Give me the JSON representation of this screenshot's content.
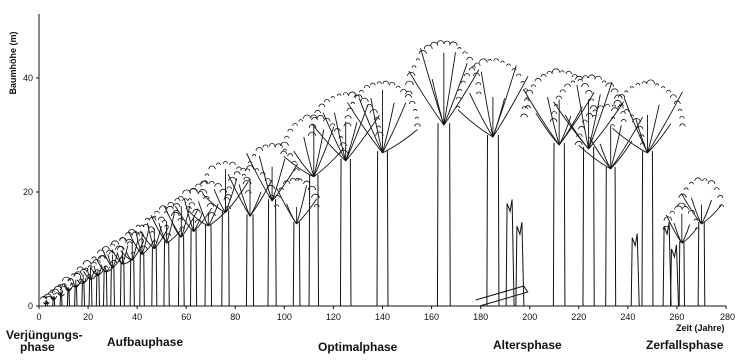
{
  "figure": {
    "y_axis_label": "Baumhöhe (m)",
    "x_axis_label": "Zeit (Jahre)",
    "y_ticks": [
      "0",
      "20",
      "40"
    ],
    "x_ticks": [
      "0",
      "20",
      "40",
      "60",
      "80",
      "100",
      "120",
      "140",
      "160",
      "180",
      "200",
      "220",
      "240",
      "260",
      "280"
    ],
    "phases": {
      "verjuengung": "Verjüngungs-",
      "verjuengung_line2": "phase",
      "aufbau": "Aufbauphase",
      "optimal": "Optimalphase",
      "alters": "Altersphase",
      "zerfall": "Zerfallsphase"
    },
    "colors": {
      "ink": "#111111",
      "background": "#ffffff"
    }
  },
  "chart_data": {
    "type": "diagram",
    "xlabel": "Zeit (Jahre)",
    "ylabel": "Baumhöhe (m)",
    "xlim": [
      0,
      280
    ],
    "ylim": [
      0,
      50
    ],
    "trees": [
      {
        "x": 3,
        "height": 1.5
      },
      {
        "x": 6,
        "height": 2.5
      },
      {
        "x": 9,
        "height": 3.5
      },
      {
        "x": 12,
        "height": 4.5
      },
      {
        "x": 15,
        "height": 5.5
      },
      {
        "x": 18,
        "height": 6.5
      },
      {
        "x": 21,
        "height": 7.5
      },
      {
        "x": 24,
        "height": 8.5
      },
      {
        "x": 27,
        "height": 9.5
      },
      {
        "x": 30,
        "height": 10.5
      },
      {
        "x": 34,
        "height": 11.5
      },
      {
        "x": 38,
        "height": 12.5
      },
      {
        "x": 42,
        "height": 14
      },
      {
        "x": 47,
        "height": 15.5
      },
      {
        "x": 52,
        "height": 17
      },
      {
        "x": 58,
        "height": 18.5
      },
      {
        "x": 63,
        "height": 20
      },
      {
        "x": 69,
        "height": 21.5
      },
      {
        "x": 76,
        "height": 25
      },
      {
        "x": 86,
        "height": 24
      },
      {
        "x": 95,
        "height": 28
      },
      {
        "x": 105,
        "height": 22
      },
      {
        "x": 112,
        "height": 33
      },
      {
        "x": 125,
        "height": 37
      },
      {
        "x": 140,
        "height": 39
      },
      {
        "x": 165,
        "height": 46
      },
      {
        "x": 185,
        "height": 43
      },
      {
        "x": 212,
        "height": 41
      },
      {
        "x": 224,
        "height": 40
      },
      {
        "x": 233,
        "height": 35
      },
      {
        "x": 248,
        "height": 39
      },
      {
        "x": 262,
        "height": 17
      },
      {
        "x": 270,
        "height": 22
      }
    ],
    "snags": [
      {
        "x": 192,
        "height": 18
      },
      {
        "x": 196,
        "height": 14
      },
      {
        "x": 243,
        "height": 12
      },
      {
        "x": 256,
        "height": 14
      },
      {
        "x": 259,
        "height": 10
      }
    ]
  }
}
